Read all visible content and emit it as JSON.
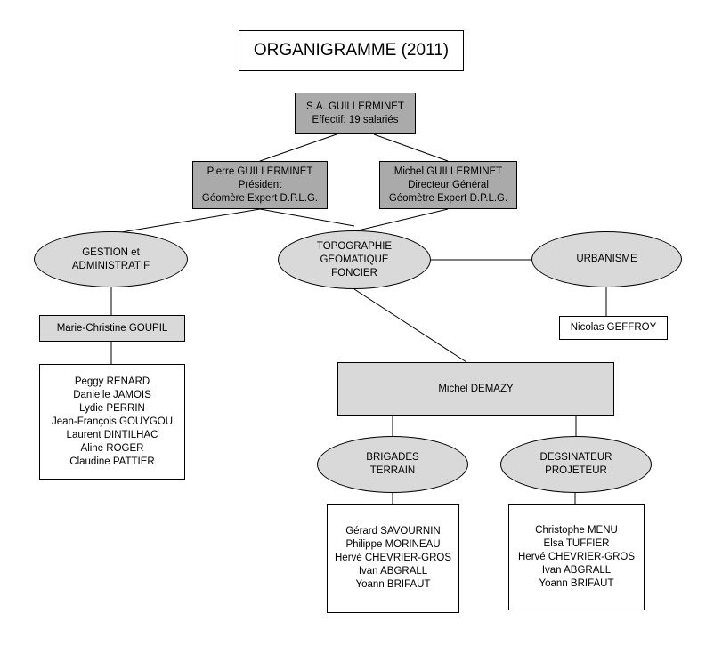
{
  "title": "ORGANIGRAMME (2011)",
  "company": {
    "lines": [
      "S.A. GUILLERMINET",
      "Effectif: 19 salariés"
    ]
  },
  "president": {
    "lines": [
      "Pierre GUILLERMINET",
      "Président",
      "Géomère Expert D.P.L.G."
    ]
  },
  "director": {
    "lines": [
      "Michel GUILLERMINET",
      "Directeur Général",
      "Géomètre Expert D.P.L.G."
    ]
  },
  "gestion": {
    "lines": [
      "GESTION et",
      "ADMINISTRATIF"
    ]
  },
  "topographie": {
    "lines": [
      "TOPOGRAPHIE",
      "GEOMATIQUE",
      "FONCIER"
    ]
  },
  "urbanisme": {
    "lines": [
      "URBANISME"
    ]
  },
  "gestion_head": {
    "lines": [
      "Marie-Christine GOUPIL"
    ]
  },
  "gestion_staff": {
    "lines": [
      "Peggy RENARD",
      "Danielle JAMOIS",
      "Lydie PERRIN",
      "Jean-François GOUYGOU",
      "Laurent DINTILHAC",
      "Aline ROGER",
      "Claudine PATTIER"
    ]
  },
  "urbanisme_staff": {
    "lines": [
      "Nicolas GEFFROY"
    ]
  },
  "topo_head": {
    "lines": [
      "Michel DEMAZY"
    ]
  },
  "brigades": {
    "lines": [
      "BRIGADES",
      "TERRAIN"
    ]
  },
  "dessinateur": {
    "lines": [
      "DESSINATEUR",
      "PROJETEUR"
    ]
  },
  "brigades_staff": {
    "lines": [
      "Gérard SAVOURNIN",
      "Philippe MORINEAU",
      "Hervé CHEVRIER-GROS",
      "Ivan ABGRALL",
      "Yoann BRIFAUT"
    ]
  },
  "dessinateur_staff": {
    "lines": [
      "Christophe MENU",
      "Elsa TUFFIER",
      "Hervé CHEVRIER-GROS",
      "Ivan ABGRALL",
      "Yoann BRIFAUT"
    ]
  }
}
